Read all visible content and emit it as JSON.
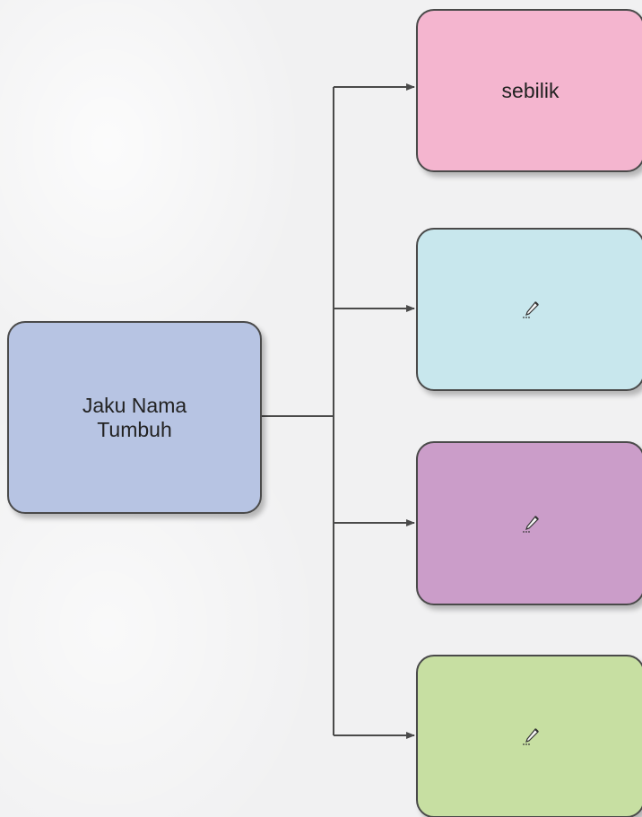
{
  "diagram": {
    "root": {
      "label_line1": "Jaku Nama",
      "label_line2": "Tumbuh",
      "color": "#b7c4e3"
    },
    "branches": [
      {
        "label": "sebilik",
        "color": "#f4b5cf",
        "icon": null
      },
      {
        "label": "",
        "color": "#c8e7ed",
        "icon": "pen-icon"
      },
      {
        "label": "",
        "color": "#cb9dc9",
        "icon": "pen-icon"
      },
      {
        "label": "",
        "color": "#c7dfa2",
        "icon": "pen-icon"
      }
    ],
    "line_color": "#4a4a4a"
  }
}
